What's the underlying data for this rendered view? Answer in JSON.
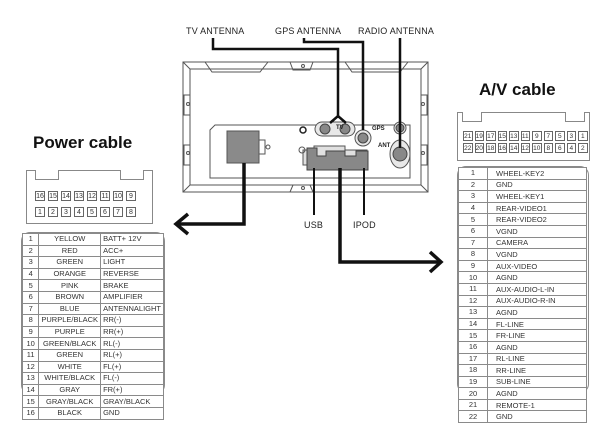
{
  "labels": {
    "tv_antenna": "TV ANTENNA",
    "gps_antenna": "GPS  ANTENNA",
    "radio_antenna": "RADIO ANTENNA",
    "usb": "USB",
    "ipod": "IPOD",
    "tv_port": "TV",
    "gps_port": "GPS",
    "ant_port": "ANT"
  },
  "power_cable": {
    "title": "Power cable",
    "connector_top_row": [
      "16",
      "15",
      "14",
      "13",
      "12",
      "11",
      "10",
      "9"
    ],
    "connector_bottom_row": [
      "1",
      "2",
      "3",
      "4",
      "5",
      "6",
      "7",
      "8"
    ],
    "rows": [
      {
        "num": "1",
        "color": "YELLOW",
        "function": "BATT+ 12V"
      },
      {
        "num": "2",
        "color": "RED",
        "function": "ACC+"
      },
      {
        "num": "3",
        "color": "GREEN",
        "function": "LIGHT"
      },
      {
        "num": "4",
        "color": "ORANGE",
        "function": "REVERSE"
      },
      {
        "num": "5",
        "color": "PINK",
        "function": "BRAKE"
      },
      {
        "num": "6",
        "color": "BROWN",
        "function": "AMPLIFIER"
      },
      {
        "num": "7",
        "color": "BLUE",
        "function": "ANTENNALIGHT"
      },
      {
        "num": "8",
        "color": "PURPLE/BLACK",
        "function": "RR(-)"
      },
      {
        "num": "9",
        "color": "PURPLE",
        "function": "RR(+)"
      },
      {
        "num": "10",
        "color": "GREEN/BLACK",
        "function": "RL(-)"
      },
      {
        "num": "11",
        "color": "GREEN",
        "function": "RL(+)"
      },
      {
        "num": "12",
        "color": "WHITE",
        "function": "FL(+)"
      },
      {
        "num": "13",
        "color": "WHITE/BLACK",
        "function": "FL(-)"
      },
      {
        "num": "14",
        "color": "GRAY",
        "function": "FR(+)"
      },
      {
        "num": "15",
        "color": "GRAY/BLACK",
        "function": "GRAY/BLACK"
      },
      {
        "num": "16",
        "color": "BLACK",
        "function": "GND"
      }
    ]
  },
  "av_cable": {
    "title": "A/V cable",
    "connector_top_row": [
      "21",
      "19",
      "17",
      "15",
      "13",
      "11",
      "9",
      "7",
      "5",
      "3",
      "1"
    ],
    "connector_bottom_row": [
      "22",
      "20",
      "18",
      "16",
      "14",
      "12",
      "10",
      "8",
      "6",
      "4",
      "2"
    ],
    "rows": [
      {
        "num": "1",
        "function": "WHEEL-KEY2"
      },
      {
        "num": "2",
        "function": "GND"
      },
      {
        "num": "3",
        "function": "WHEEL-KEY1"
      },
      {
        "num": "4",
        "function": "REAR-VIDEO1"
      },
      {
        "num": "5",
        "function": "REAR-VIDEO2"
      },
      {
        "num": "6",
        "function": "VGND"
      },
      {
        "num": "7",
        "function": "CAMERA"
      },
      {
        "num": "8",
        "function": "VGND"
      },
      {
        "num": "9",
        "function": "AUX-VIDEO"
      },
      {
        "num": "10",
        "function": "AGND"
      },
      {
        "num": "11",
        "function": "AUX-AUDIO-L-IN"
      },
      {
        "num": "12",
        "function": "AUX-AUDIO-R-IN"
      },
      {
        "num": "13",
        "function": "AGND"
      },
      {
        "num": "14",
        "function": "FL-LINE"
      },
      {
        "num": "15",
        "function": "FR-LINE"
      },
      {
        "num": "16",
        "function": "AGND"
      },
      {
        "num": "17",
        "function": "RL-LINE"
      },
      {
        "num": "18",
        "function": "RR-LINE"
      },
      {
        "num": "19",
        "function": "SUB-LINE"
      },
      {
        "num": "20",
        "function": "AGND"
      },
      {
        "num": "21",
        "function": "REMOTE-1"
      },
      {
        "num": "22",
        "function": "GND"
      }
    ]
  }
}
